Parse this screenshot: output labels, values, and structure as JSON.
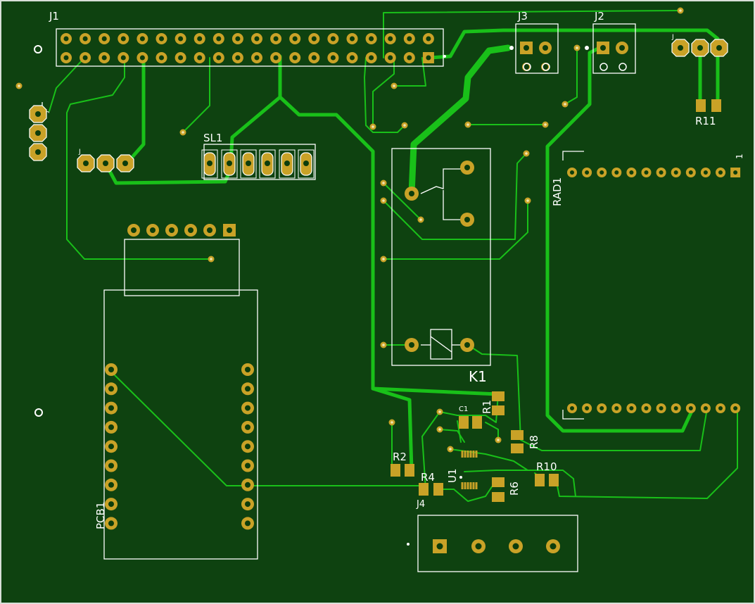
{
  "board": {
    "background": "#0e4210",
    "edge_color": "#d8e0d8",
    "trace_color": "#19c019",
    "pad_color": "#c9a227",
    "silkscreen_color": "#ffffff"
  },
  "labels": {
    "j1": "J1",
    "j2": "J2",
    "j3": "J3",
    "j4": "J4",
    "sl1": "SL1",
    "k1": "K1",
    "rad1": "RAD1",
    "rad1_pin1": "1",
    "pcb1": "PCB1",
    "r1": "R1",
    "r2": "R2",
    "r4": "R4",
    "r6": "R6",
    "r8": "R8",
    "r10": "R10",
    "r11": "R11",
    "u1": "U1",
    "c1": "C1",
    "j5_small": "J",
    "j6_small": "J",
    "j7_small": "J"
  }
}
